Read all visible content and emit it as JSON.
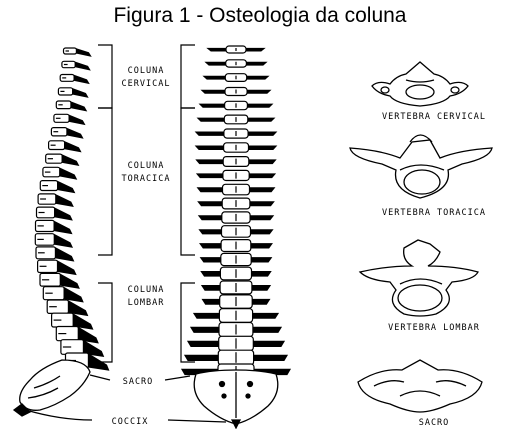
{
  "figure": {
    "title": "Figura 1 - Osteologia da coluna",
    "regions": {
      "cervical": [
        "COLUNA",
        "CERVICAL"
      ],
      "toracica": [
        "COLUNA",
        "TORACICA"
      ],
      "lombar": [
        "COLUNA",
        "LOMBAR"
      ],
      "sacro": "SACRO",
      "coccix": "COCCIX"
    },
    "vertebrae": {
      "cervical": "VERTEBRA CERVICAL",
      "toracica": "VERTEBRA TORACICA",
      "lombar": "VERTEBRA LOMBAR",
      "sacro": "SACRO"
    }
  }
}
